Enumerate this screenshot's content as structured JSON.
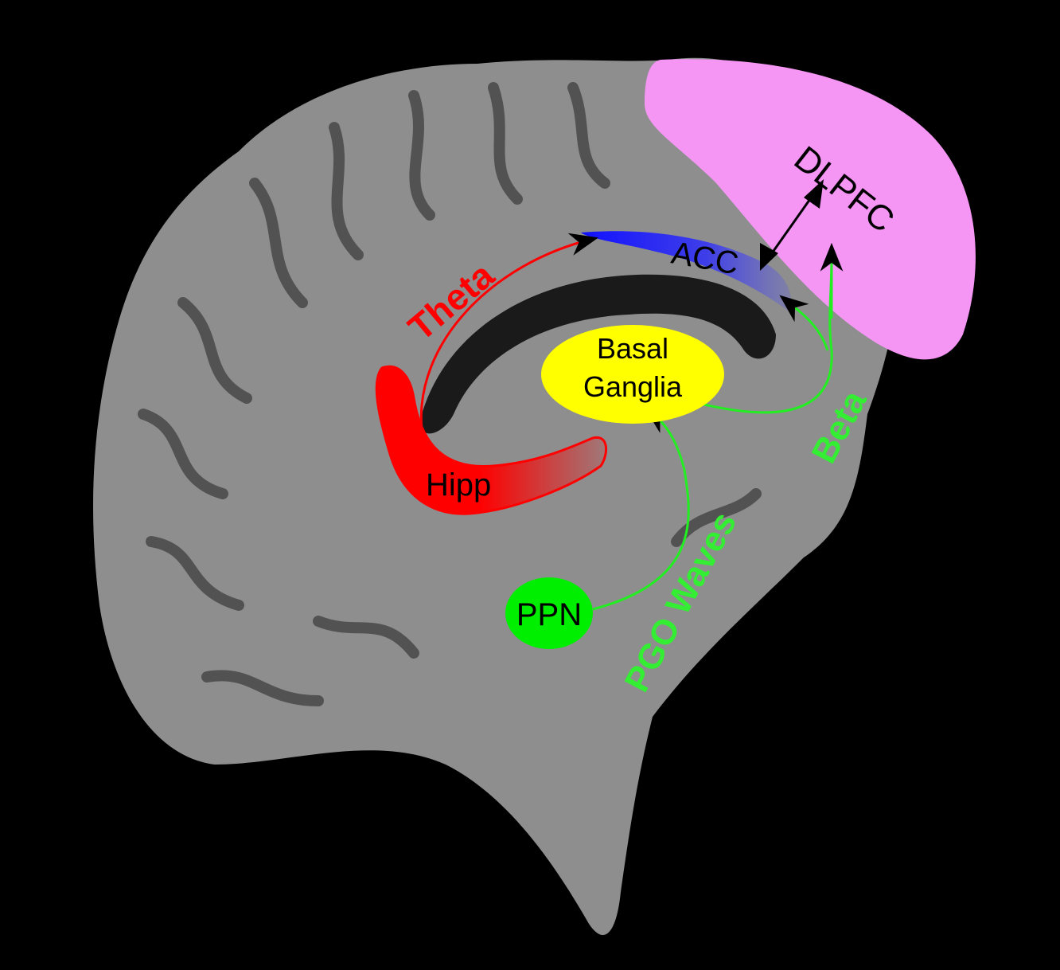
{
  "labels": {
    "dlpfc": "DLPFC",
    "acc": "ACC",
    "basal_ganglia_line1": "Basal",
    "basal_ganglia_line2": "Ganglia",
    "hipp": "Hipp",
    "ppn": "PPN",
    "theta": "Theta",
    "beta": "Beta",
    "pgo_waves": "PGO Waves"
  },
  "colors": {
    "background": "#000000",
    "brain": "#8c8c8c",
    "dlpfc": "#f596f5",
    "acc": "#1a1aff",
    "basal_ganglia": "#ffff00",
    "hipp": "#ff0000",
    "ppn": "#00ee00",
    "theta": "#ff0000",
    "beta": "#33ee33"
  }
}
